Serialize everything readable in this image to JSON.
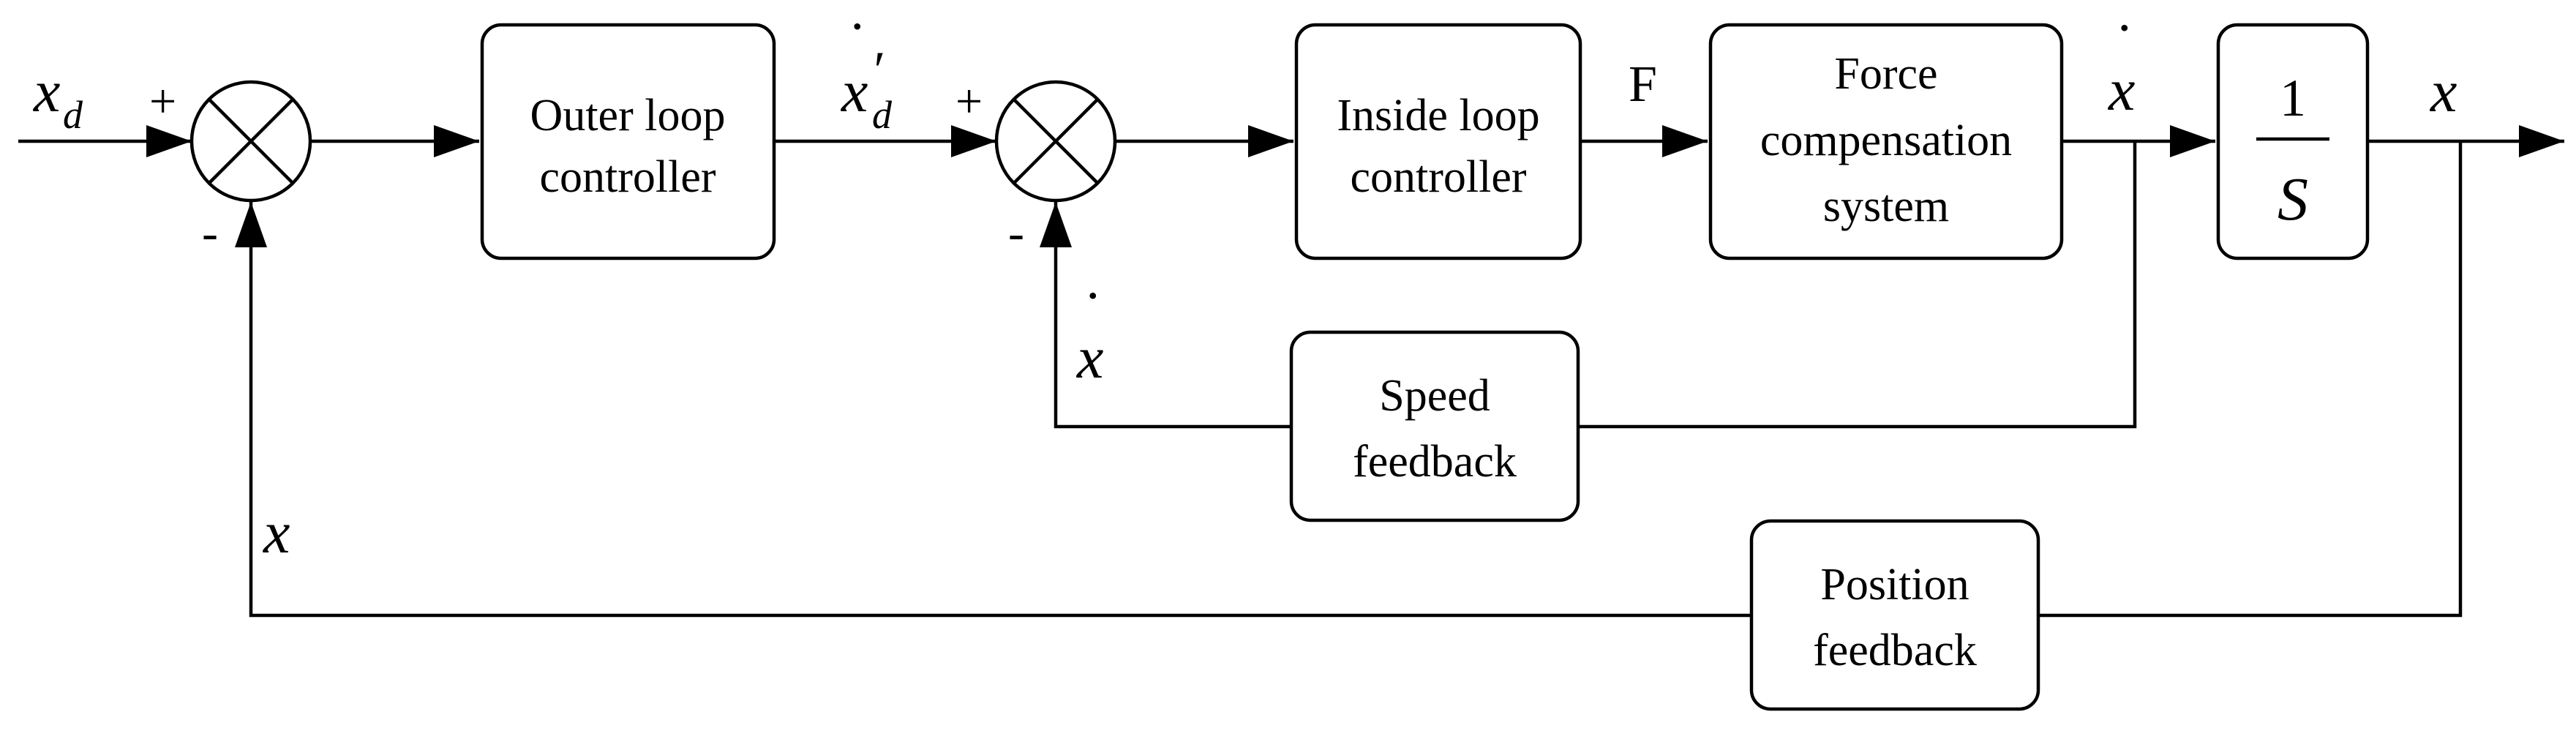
{
  "blocks": {
    "outer_loop": {
      "lines": [
        "Outer loop",
        "controller"
      ]
    },
    "inside_loop": {
      "lines": [
        "Inside loop",
        "controller"
      ]
    },
    "force_comp": {
      "lines": [
        "Force",
        "compensation",
        "system"
      ]
    },
    "integrator": {
      "numerator": "1",
      "denominator": "S"
    },
    "speed_fb": {
      "lines": [
        "Speed",
        "feedback"
      ]
    },
    "position_fb": {
      "lines": [
        "Position",
        "feedback"
      ]
    }
  },
  "signals": {
    "input": {
      "base": "x",
      "sub": "d"
    },
    "intermediate": {
      "base": "x",
      "sub": "d",
      "prime": "′",
      "dot": "˙"
    },
    "force": "F",
    "velocity": {
      "base": "x",
      "dot": "˙"
    },
    "output": "x",
    "velocity_fb": {
      "base": "x",
      "dot": "˙"
    },
    "position_fb": "x"
  },
  "signs": {
    "sum1_plus": "+",
    "sum1_minus": "-",
    "sum2_plus": "+",
    "sum2_minus": "-"
  }
}
